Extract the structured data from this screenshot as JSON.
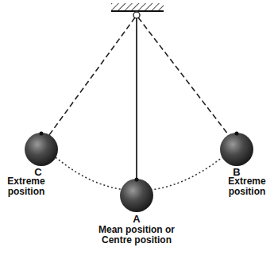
{
  "diagram": {
    "labels": [
      "C",
      "Extreme position",
      "A",
      "Mean position or Centre position",
      "B",
      "Extreme position"
    ]
  }
}
